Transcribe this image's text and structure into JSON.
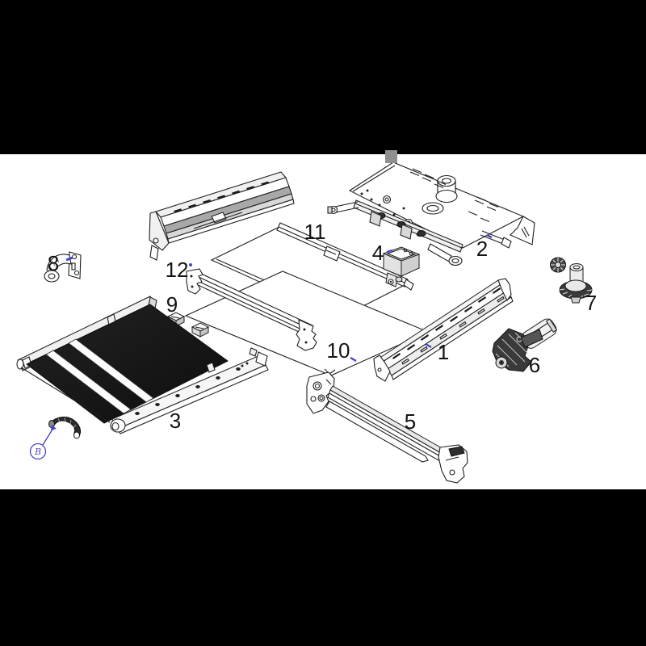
{
  "figure": {
    "kind": "exploded-parts-diagram",
    "letterbox_color": "#000000",
    "background_color": "#ffffff",
    "line_color": "#1f1f1f",
    "accent_color": "#4646c8",
    "tread_color": "#141414"
  },
  "part_labels": [
    {
      "id": 1,
      "text": "1"
    },
    {
      "id": 2,
      "text": "2"
    },
    {
      "id": 3,
      "text": "3"
    },
    {
      "id": 4,
      "text": "4"
    },
    {
      "id": 5,
      "text": "5"
    },
    {
      "id": 6,
      "text": "6"
    },
    {
      "id": 7,
      "text": "7"
    },
    {
      "id": 8,
      "text": "8"
    },
    {
      "id": 9,
      "text": "9"
    },
    {
      "id": 10,
      "text": "10"
    },
    {
      "id": 11,
      "text": "11"
    },
    {
      "id": 12,
      "text": "12"
    }
  ],
  "callout": {
    "text": "B"
  }
}
